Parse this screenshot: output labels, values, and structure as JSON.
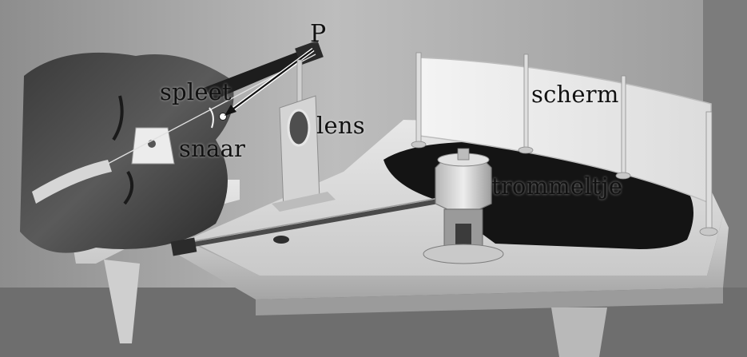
{
  "labels": {
    "p": "P",
    "spleet": "spleet",
    "snaar": "snaar",
    "lens": "lens",
    "scherm": "scherm",
    "trommeltje": "trommeltje"
  },
  "colors": {
    "background": "#ffffff",
    "label_text": "#111111"
  }
}
